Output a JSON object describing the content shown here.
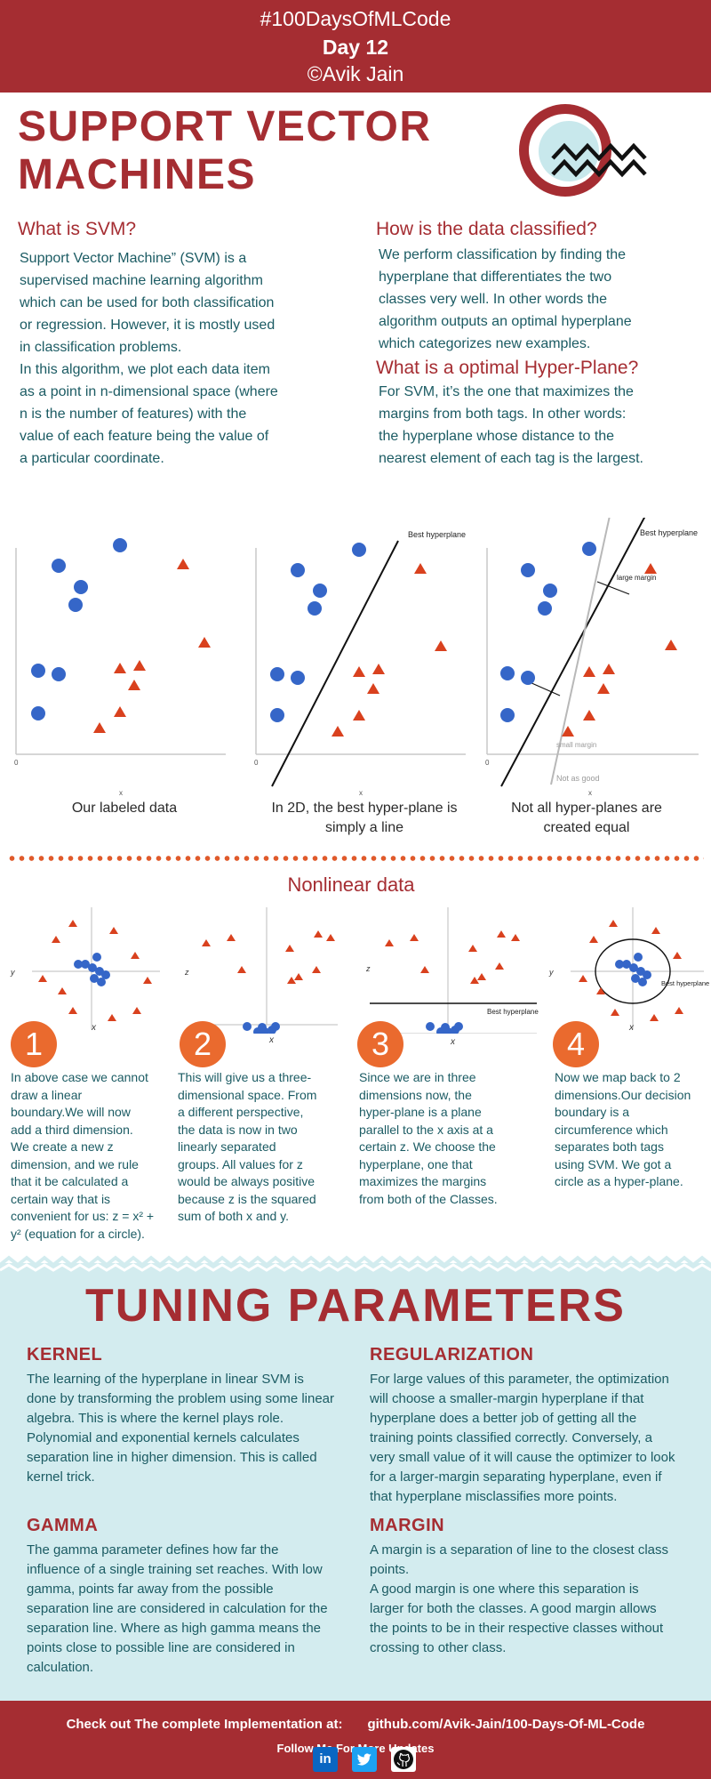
{
  "header": {
    "hashtag": "#100DaysOfMLCode",
    "day": "Day 12",
    "author": "©Avik Jain"
  },
  "title": "SUPPORT VECTOR MACHINES",
  "what_is_svm": {
    "heading": "What is SVM?",
    "text": "Support Vector Machine” (SVM) is a\nsupervised machine learning algorithm\nwhich can be used for both classification\nor regression. However,  it is mostly used\nin classification problems.\nIn this algorithm, we plot each data item\nas a point in n-dimensional space (where\nn is the number of features) with the\nvalue of each feature being the value of\na particular coordinate."
  },
  "how_classified": {
    "heading": "How is the data classified?",
    "text": "We perform classification by finding the\nhyperplane that differentiates the two\nclasses very well. In other words the\nalgorithm outputs an optimal hyperplane\nwhich categorizes new examples."
  },
  "optimal_hyperplane": {
    "heading": "What is a optimal Hyper-Plane?",
    "text": "For SVM, it’s the one that maximizes the\nmargins from both tags. In other words:\nthe hyperplane whose distance to the\nnearest element of each tag is the largest."
  },
  "linear_charts": {
    "axis_zero": "0",
    "axis_x": "x",
    "best_hyperplane_label": "Best hyperplane",
    "large_margin_label": "large margin",
    "small_margin_label": "small margin",
    "not_as_good_label": "Not as good",
    "captions": [
      "Our labeled data",
      "In 2D, the best hyper-plane is\nsimply a line",
      "Not all hyper-planes are\ncreated equal"
    ]
  },
  "nonlinear": {
    "title": "Nonlinear data",
    "axis_x": "x",
    "axis_y": "y",
    "axis_z": "z",
    "axis_zero": "0",
    "best_hyperplane_label": "Best hyperplane",
    "steps": [
      {
        "number": "1",
        "text": "In above case we cannot\ndraw a linear\nboundary.We will now\nadd a third dimension.\nWe create a new z\ndimension, and we rule\nthat it be calculated a\ncertain way that is\nconvenient for us: z = x² +\ny² (equation for a circle)."
      },
      {
        "number": "2",
        "text": "This will give us a three-\ndimensional space. From\na different perspective,\nthe data is now in two\nlinearly separated\ngroups. All values for z\nwould be always positive\nbecause z is the squared\nsum of both x and y."
      },
      {
        "number": "3",
        "text": "Since we are in three\ndimensions now, the\nhyper-plane is a plane\nparallel to the x axis at a\ncertain z. We choose the\nhyperplane, one that\nmaximizes the margins\nfrom both of the Classes."
      },
      {
        "number": "4",
        "text": "Now we map back to 2\ndimensions.Our decision\nboundary is a\ncircumference which\nseparates both tags\nusing SVM. We got a\ncircle as a hyper-plane."
      }
    ]
  },
  "tuning": {
    "title": "TUNING PARAMETERS",
    "kernel": {
      "heading": "KERNEL",
      "text": "The learning of the hyperplane in linear SVM is\ndone by transforming the problem using some linear\nalgebra. This is where the kernel plays role.\nPolynomial and exponential kernels calculates\nseparation line in higher dimension. This is called\nkernel trick."
    },
    "regularization": {
      "heading": "REGULARIZATION",
      "text": "For large values of this parameter, the optimization\nwill choose a smaller-margin hyperplane if that\nhyperplane does a better job of getting all the\ntraining points classified correctly. Conversely, a\nvery small value of it will cause the optimizer to look\nfor a larger-margin separating hyperplane, even if\nthat hyperplane misclassifies more points."
    },
    "gamma": {
      "heading": "GAMMA",
      "text": "The gamma parameter defines how far the\ninfluence of a single training set reaches. With low\ngamma, points far away from the possible\nseparation line are considered in calculation for the\nseparation line. Where as high gamma means the\npoints close to possible line are considered in\ncalculation."
    },
    "margin": {
      "heading": "MARGIN",
      "text": "A margin is a separation of line to the closest class\npoints.\nA good margin is one where this separation is\nlarger for both the classes. A good margin allows\nthe points to be in their respective classes without\ncrossing to other class."
    }
  },
  "footer": {
    "checkout": "Check out The complete Implementation at:",
    "url": "github.com/Avik-Jain/100-Days-Of-ML-Code",
    "follow": "Follow Me For More Updates",
    "linkedin": "in",
    "twitter_icon": "twitter-icon",
    "github_icon": "github-icon"
  },
  "colors": {
    "brand_red": "#a52d32",
    "text_teal": "#1b5b63",
    "accent_orange": "#ea6a2e",
    "point_blue": "#3566c8",
    "triangle_red": "#d9411e",
    "tuning_bg": "#d3ecef"
  }
}
